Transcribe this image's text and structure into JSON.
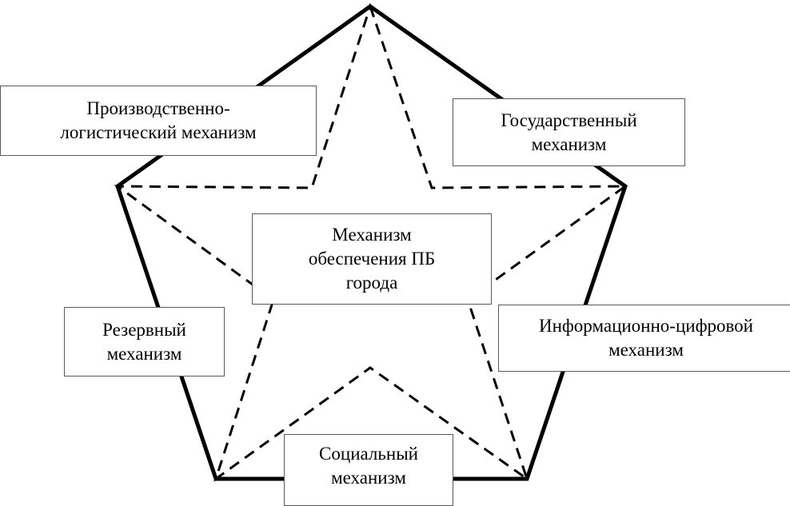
{
  "diagram": {
    "center": {
      "label": "Механизм\nобеспечения ПБ\nгорода"
    },
    "mechanisms": [
      {
        "id": "production-logistics",
        "label": "Производственно-\nлогистический механизм"
      },
      {
        "id": "state",
        "label": "Государственный\nмеханизм"
      },
      {
        "id": "reserve",
        "label": "Резервный\nмеханизм"
      },
      {
        "id": "info-digital",
        "label": "Информационно-цифровой\nмеханизм"
      },
      {
        "id": "social",
        "label": "Социальный\nмеханизм"
      }
    ]
  }
}
